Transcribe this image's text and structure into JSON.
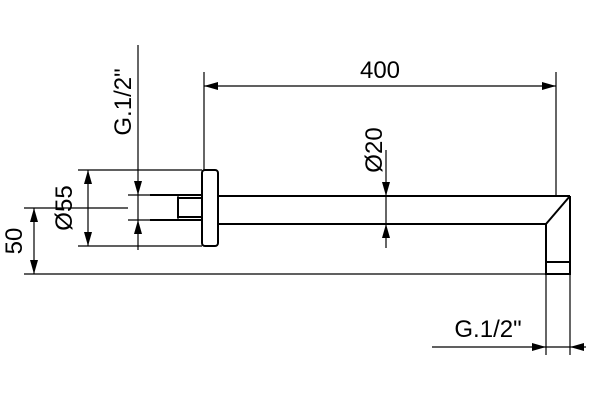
{
  "drawing": {
    "dim_length": "400",
    "dim_pipe_diameter": "Ø20",
    "dim_rosette_diameter": "Ø55",
    "dim_height": "50",
    "thread_inlet": "G.1/2\"",
    "thread_outlet": "G.1/2\""
  }
}
